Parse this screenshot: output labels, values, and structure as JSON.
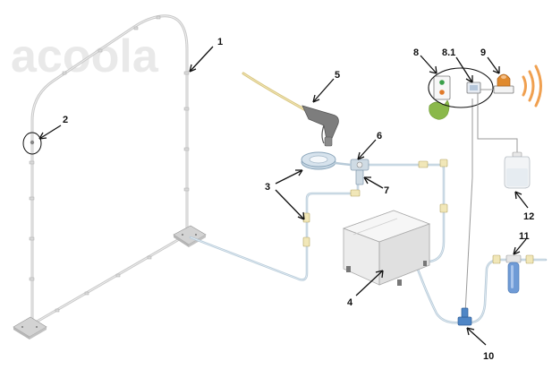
{
  "watermark": {
    "text": "acoola"
  },
  "callouts": [
    {
      "id": "1",
      "label": "1"
    },
    {
      "id": "2",
      "label": "2"
    },
    {
      "id": "3",
      "label": "3"
    },
    {
      "id": "4",
      "label": "4"
    },
    {
      "id": "5",
      "label": "5"
    },
    {
      "id": "6",
      "label": "6"
    },
    {
      "id": "7",
      "label": "7"
    },
    {
      "id": "8",
      "label": "8"
    },
    {
      "id": "8.1",
      "label": "8.1"
    },
    {
      "id": "9",
      "label": "9"
    },
    {
      "id": "10",
      "label": "10"
    },
    {
      "id": "11",
      "label": "11"
    },
    {
      "id": "12",
      "label": "12"
    }
  ],
  "colors": {
    "frame": "#c9c9c9",
    "tube": "#b7cad8",
    "filter": "#6f9bd6",
    "lamp": "#e08a2e",
    "signal_waves": "#f0a050",
    "panel_green": "#3aa04a",
    "panel_orange": "#e07a2a",
    "hand": "#8ab84a"
  },
  "icons": [
    "frame-arch",
    "foot-plate",
    "spray-gun",
    "hose-reel",
    "pump-unit",
    "tee-valve",
    "control-panel",
    "sensor",
    "warning-lamp",
    "signal-waves",
    "canister",
    "water-filter",
    "tee-fitting"
  ]
}
